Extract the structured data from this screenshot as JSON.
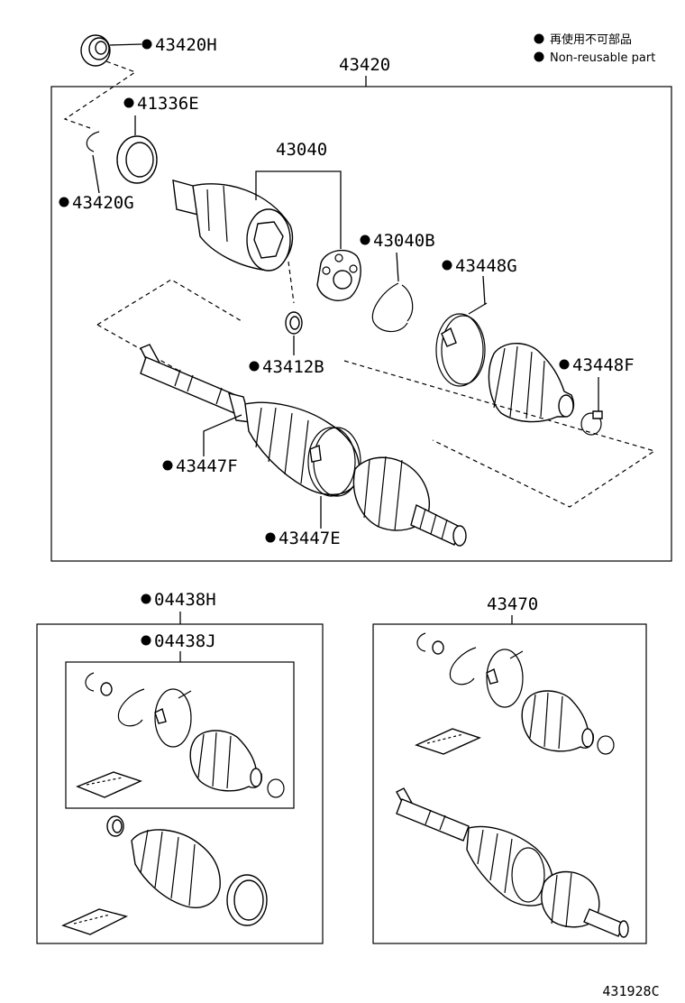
{
  "legend": {
    "jp": "再使用不可部品",
    "en": "Non-reusable part"
  },
  "labels": {
    "p43420H": "43420H",
    "p43420": "43420",
    "p41336E": "41336E",
    "p43420G": "43420G",
    "p43040": "43040",
    "p43040B": "43040B",
    "p43448G": "43448G",
    "p43412B": "43412B",
    "p43448F": "43448F",
    "p43447F": "43447F",
    "p43447E": "43447E",
    "p04438H": "04438H",
    "p04438J": "04438J",
    "p43470": "43470"
  },
  "diagram_code": "431928C"
}
